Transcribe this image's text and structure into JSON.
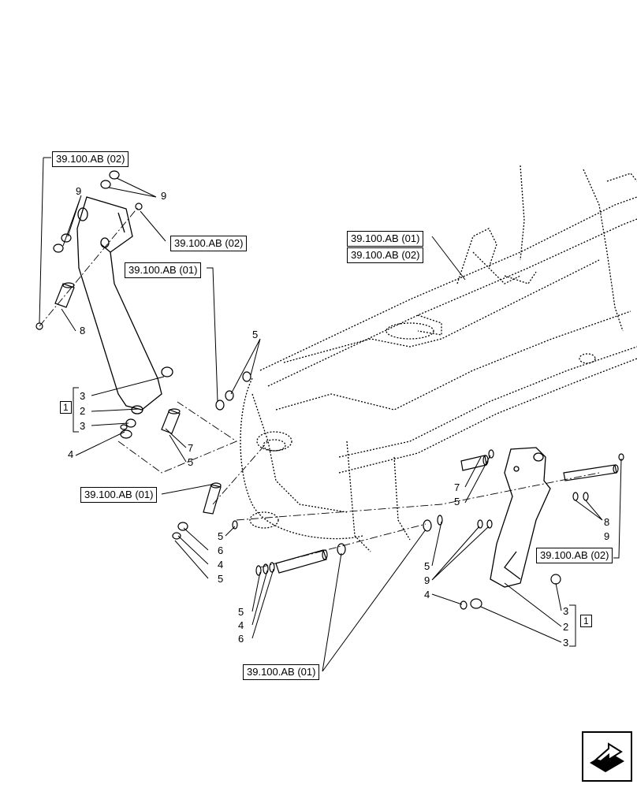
{
  "refs": {
    "ref_top_left": "39.100.AB (02)",
    "ref_mid_left": "39.100.AB (02)",
    "ref_center_top": "39.100.AB (01)",
    "ref_right_top_a": "39.100.AB (01)",
    "ref_right_top_b": "39.100.AB (02)",
    "ref_left_bottom": "39.100.AB (01)",
    "ref_right_bottom": "39.100.AB (02)",
    "ref_bottom_center": "39.100.AB (01)"
  },
  "bracket_labels": {
    "left": "1",
    "right": "1"
  },
  "callouts": {
    "c9a": "9",
    "c9b": "9",
    "c8a": "8",
    "c3a": "3",
    "c2a": "2",
    "c3b": "3",
    "c4a": "4",
    "c5a": "5",
    "c7a": "7",
    "c5b": "5",
    "c5c": "5",
    "c6a": "6",
    "c4b": "4",
    "c5d": "5",
    "c5e": "5",
    "c4c": "4",
    "c6b": "6",
    "c7b": "7",
    "c5f": "5",
    "c5g": "5",
    "c9c": "9",
    "c4d": "4",
    "c8b": "8",
    "c9d": "9",
    "c3c": "3",
    "c2b": "2",
    "c3d": "3"
  },
  "icons": {
    "nav": "next-page-arrow-icon"
  }
}
